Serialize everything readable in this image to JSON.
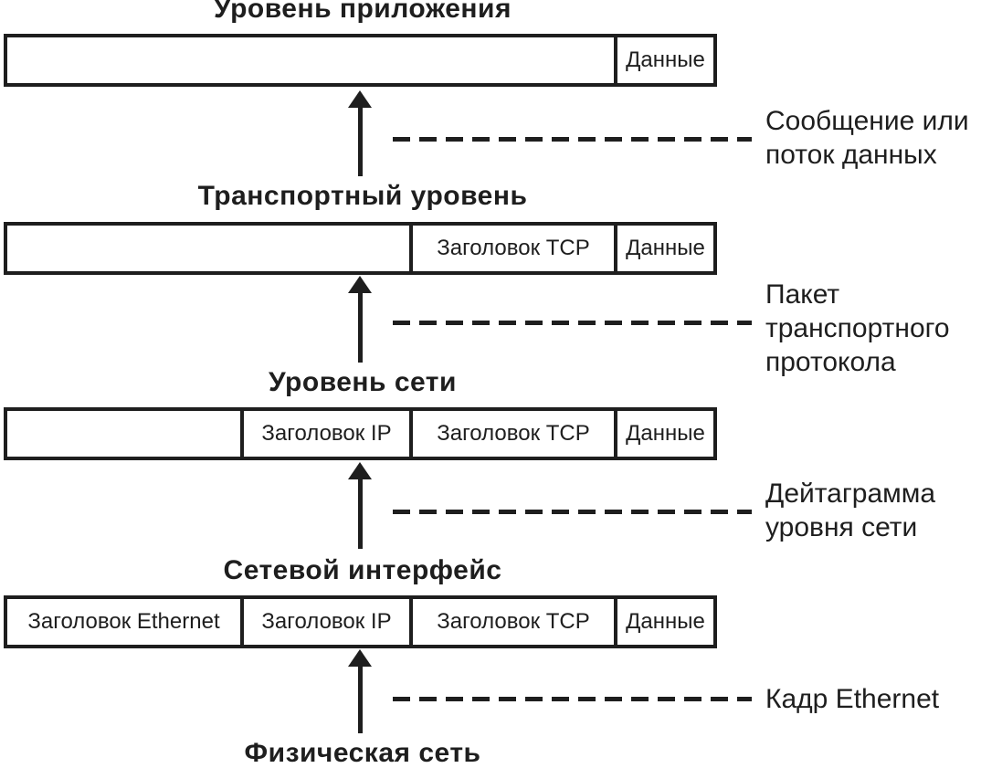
{
  "colors": {
    "ink": "#1e1e1e",
    "paper": "#ffffff"
  },
  "layers": [
    {
      "title": "Уровень приложения",
      "segments": [
        "",
        "Данные"
      ],
      "unit_label": "Сообщение или\nпоток данных"
    },
    {
      "title": "Транспортный уровень",
      "segments": [
        "",
        "Заголовок TCP",
        "Данные"
      ],
      "unit_label": "Пакет\nтранспортного\nпротокола"
    },
    {
      "title": "Уровень сети",
      "segments": [
        "",
        "Заголовок IP",
        "Заголовок TCP",
        "Данные"
      ],
      "unit_label": "Дейтаграмма\nуровня сети"
    },
    {
      "title": "Сетевой интерфейс",
      "segments": [
        "Заголовок Ethernet",
        "Заголовок IP",
        "Заголовок TCP",
        "Данные"
      ],
      "unit_label": "Кадр Ethernet"
    }
  ],
  "footer": {
    "physical_network_label": "Физическая сеть"
  }
}
